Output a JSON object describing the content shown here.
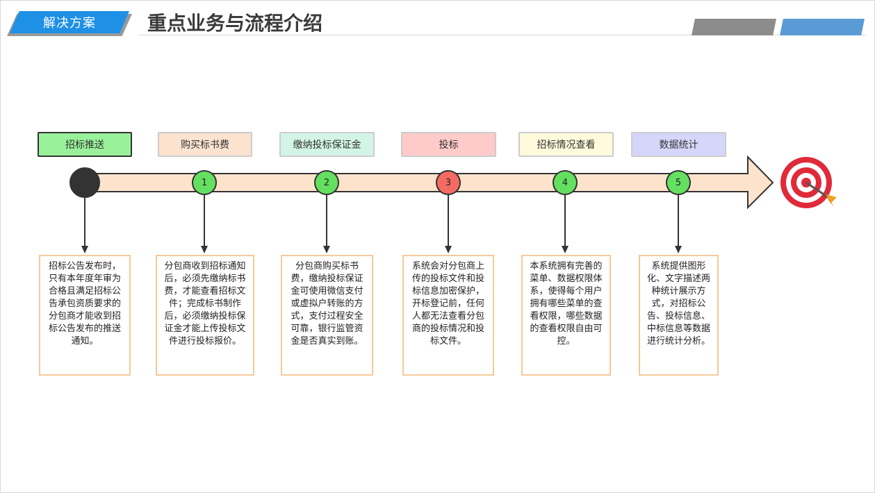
{
  "header": {
    "section_tag": "解决方案",
    "title": "重点业务与流程介绍"
  },
  "stages": [
    {
      "label": "招标推送",
      "fill": "#99f29a",
      "border": "#333333"
    },
    {
      "label": "购买标书费",
      "fill": "#fbe3d0",
      "border": "#cccccc"
    },
    {
      "label": "缴纳投标保证金",
      "fill": "#d2f5e6",
      "border": "#cccccc"
    },
    {
      "label": "投标",
      "fill": "#ffcaca",
      "border": "#cccccc"
    },
    {
      "label": "招标情况查看",
      "fill": "#fefadb",
      "border": "#cccccc"
    },
    {
      "label": "数据统计",
      "fill": "#d6d6fb",
      "border": "#cccccc"
    }
  ],
  "steps": [
    {
      "number": "",
      "fill": "#333333"
    },
    {
      "number": "1",
      "fill": "#64e060"
    },
    {
      "number": "2",
      "fill": "#64e060"
    },
    {
      "number": "3",
      "fill": "#f56a62"
    },
    {
      "number": "4",
      "fill": "#64e060"
    },
    {
      "number": "5",
      "fill": "#64e060"
    }
  ],
  "descriptions": [
    "招标公告发布时，只有本年度年审为合格且满足招标公告承包资质要求的分包商才能收到招标公告发布的推送通知。",
    "分包商收到招标通知后，必须先缴纳标书费，才能查看招标文件；完成标书制作后，必须缴纳投标保证金才能上传投标文件进行投标报价。",
    "分包商购买标书费，缴纳投标保证金可使用微信支付或虚拟户转账的方式，支付过程安全可靠，银行监管资金是否真实到账。",
    "系统会对分包商上传的投标文件和投标信息加密保护，开标登记前，任何人都无法查看分包商的投标情况和投标文件。",
    "本系统拥有完善的菜单、数据权限体系，使得每个用户拥有哪些菜单的查看权限，哪些数据的查看权限自由可控。",
    "系统提供图形化、文字描述两种统计展示方式，对招标公告、投标信息、中标信息等数据进行统计分析。"
  ],
  "colors": {
    "accent_blue": "#1e90e6",
    "arrow_fill": "#fde3cc",
    "box_border": "#f5c99a"
  }
}
